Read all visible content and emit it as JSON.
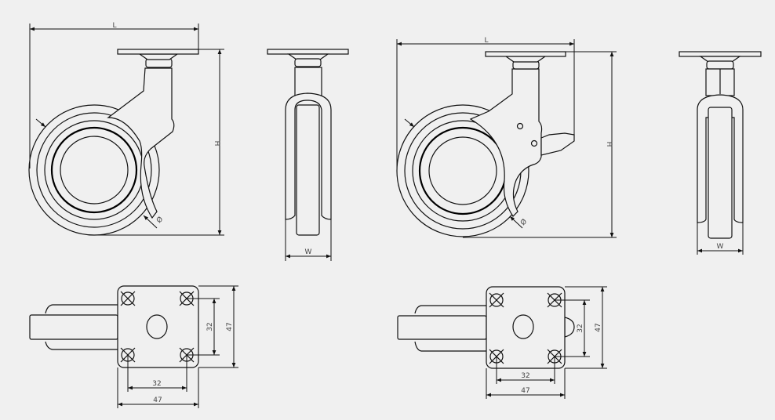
{
  "labels": {
    "length": "L",
    "height": "H",
    "width": "W",
    "diameter": "Ø"
  },
  "plate_dimensions": {
    "hole_spacing": "32",
    "plate_size": "47"
  },
  "colors": {
    "background": "#f0f0f0",
    "line": "#111111"
  }
}
